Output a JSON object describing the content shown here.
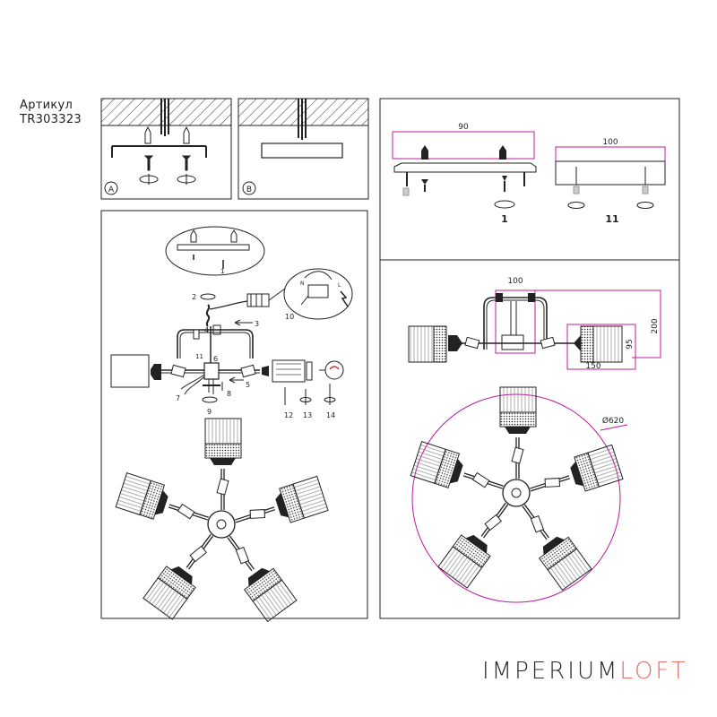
{
  "header": {
    "article_label": "Артикул",
    "article_code": "TR303323"
  },
  "mount_options": {
    "a_label": "A",
    "b_label": "B"
  },
  "assembly": {
    "parts": [
      "1",
      "2",
      "3",
      "4",
      "5",
      "6",
      "7",
      "8",
      "9",
      "10",
      "11",
      "12",
      "13",
      "14"
    ],
    "wiring": {
      "n_label": "N",
      "l_label": "L"
    }
  },
  "dimensions": {
    "plate_length": "90",
    "canopy_width": "100",
    "part_1": "1",
    "part_11": "11",
    "frame_width": "100",
    "height": "200",
    "shade_height": "95",
    "shade_width": "150",
    "diameter": "Ø620"
  },
  "brand": {
    "part1": "IMPERIUM",
    "part2": "LOFT",
    "accent_color": "#e8706b"
  },
  "colors": {
    "dimension_line": "#c0189c",
    "outline": "#222222"
  }
}
